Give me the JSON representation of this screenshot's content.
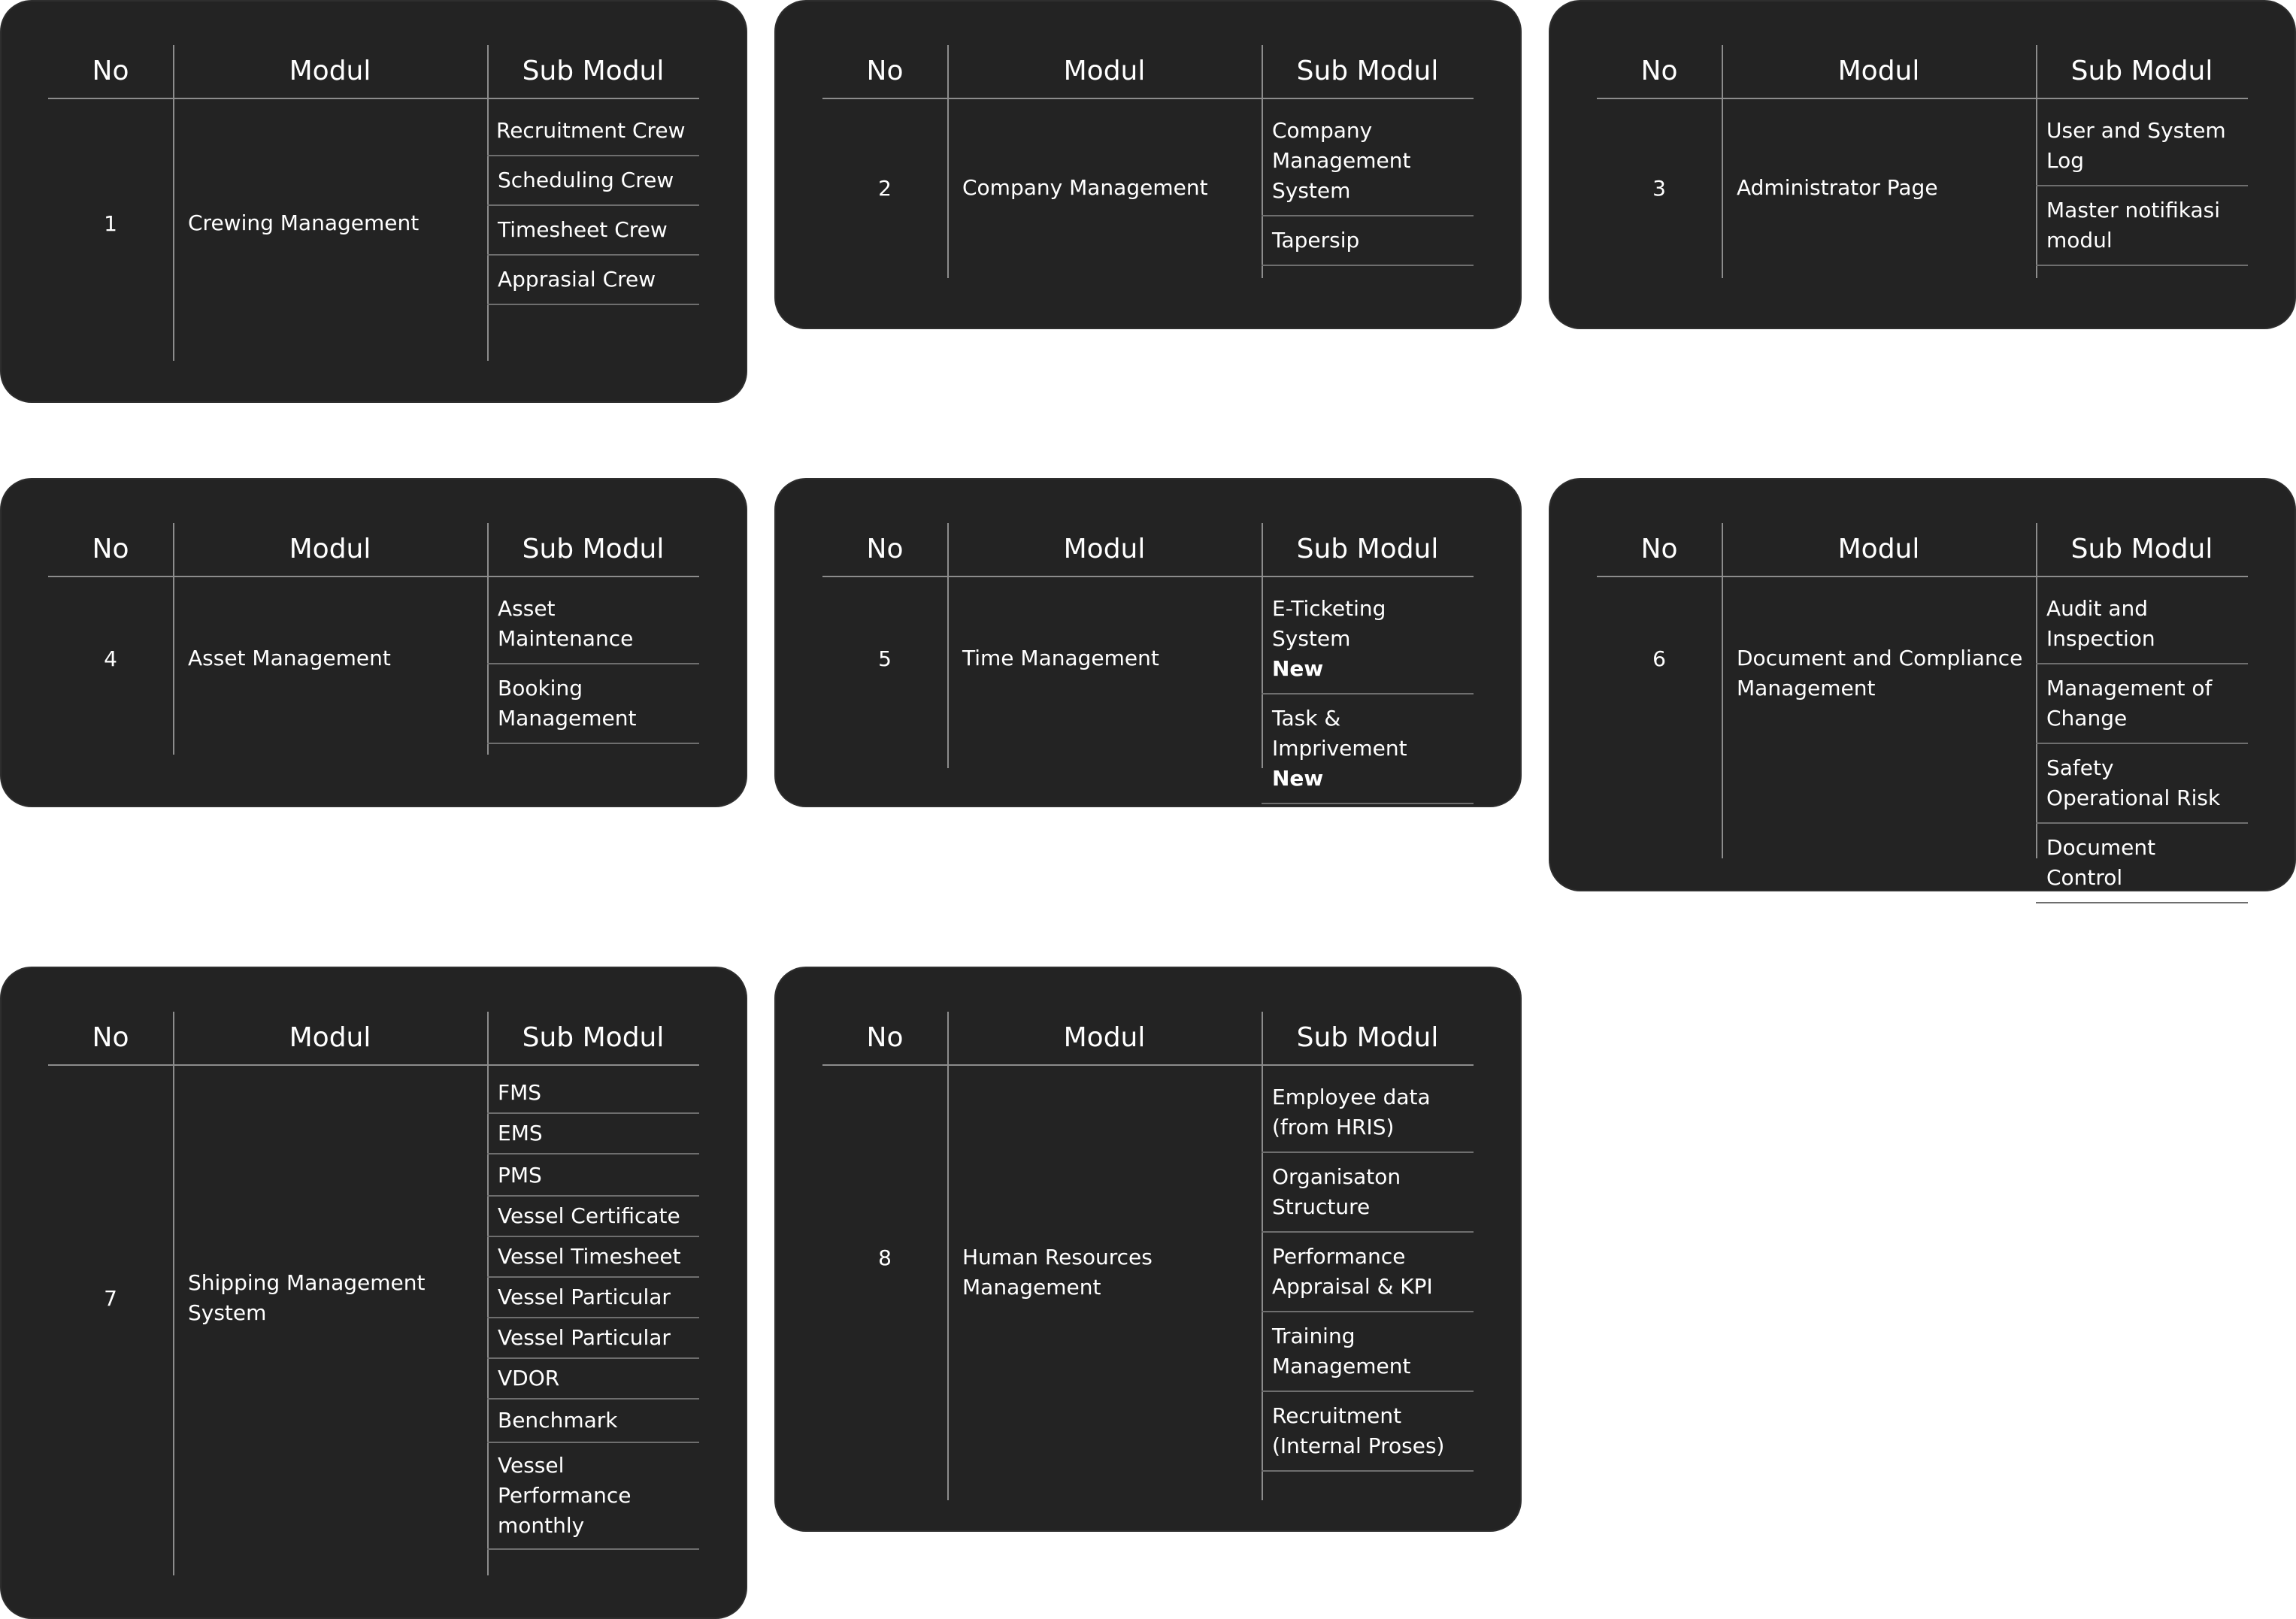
{
  "headers": {
    "no": "No",
    "modul": "Modul",
    "sub_modul": "Sub Modul"
  },
  "cards": [
    {
      "no": "1",
      "modul": "Crewing Management",
      "sub": [
        "Recruitment Crew",
        "Scheduling Crew",
        "Timesheet Crew",
        "Apprasial Crew"
      ],
      "badges": [
        "",
        "",
        "",
        ""
      ]
    },
    {
      "no": "2",
      "modul": "Company Management",
      "sub": [
        "Company Management System",
        "Tapersip"
      ],
      "badges": [
        "",
        ""
      ]
    },
    {
      "no": "3",
      "modul": "Administrator Page",
      "sub": [
        "User and System Log",
        "Master notifikasi modul"
      ],
      "badges": [
        "",
        ""
      ]
    },
    {
      "no": "4",
      "modul": "Asset Management",
      "sub": [
        "Asset Maintenance",
        "Booking Management"
      ],
      "badges": [
        "",
        ""
      ]
    },
    {
      "no": "5",
      "modul": "Time Management",
      "sub": [
        "E-Ticketing System",
        "Task & Imprivement"
      ],
      "badges": [
        "New",
        "New"
      ]
    },
    {
      "no": "6",
      "modul": "Document and Compliance Management",
      "sub": [
        "Audit and Inspection",
        "Management of Change",
        "Safety Operational Risk",
        "Document Control"
      ],
      "badges": [
        "",
        "",
        "",
        ""
      ]
    },
    {
      "no": "7",
      "modul": "Shipping Management System",
      "sub": [
        "FMS",
        "EMS",
        "PMS",
        "Vessel Certificate",
        "Vessel Timesheet",
        "Vessel Particular",
        "Vessel Particular",
        "VDOR",
        "Benchmark",
        "Vessel Performance monthly"
      ],
      "badges": [
        "",
        "",
        "",
        "",
        "",
        "",
        "",
        "",
        "",
        ""
      ]
    },
    {
      "no": "8",
      "modul": "Human Resources Management",
      "sub": [
        "Employee data (from HRIS)",
        "Organisaton Structure",
        "Performance Appraisal & KPI",
        "Training Management",
        "Recruitment (Internal Proses)"
      ],
      "badges": [
        "",
        "",
        "",
        "",
        ""
      ]
    }
  ]
}
